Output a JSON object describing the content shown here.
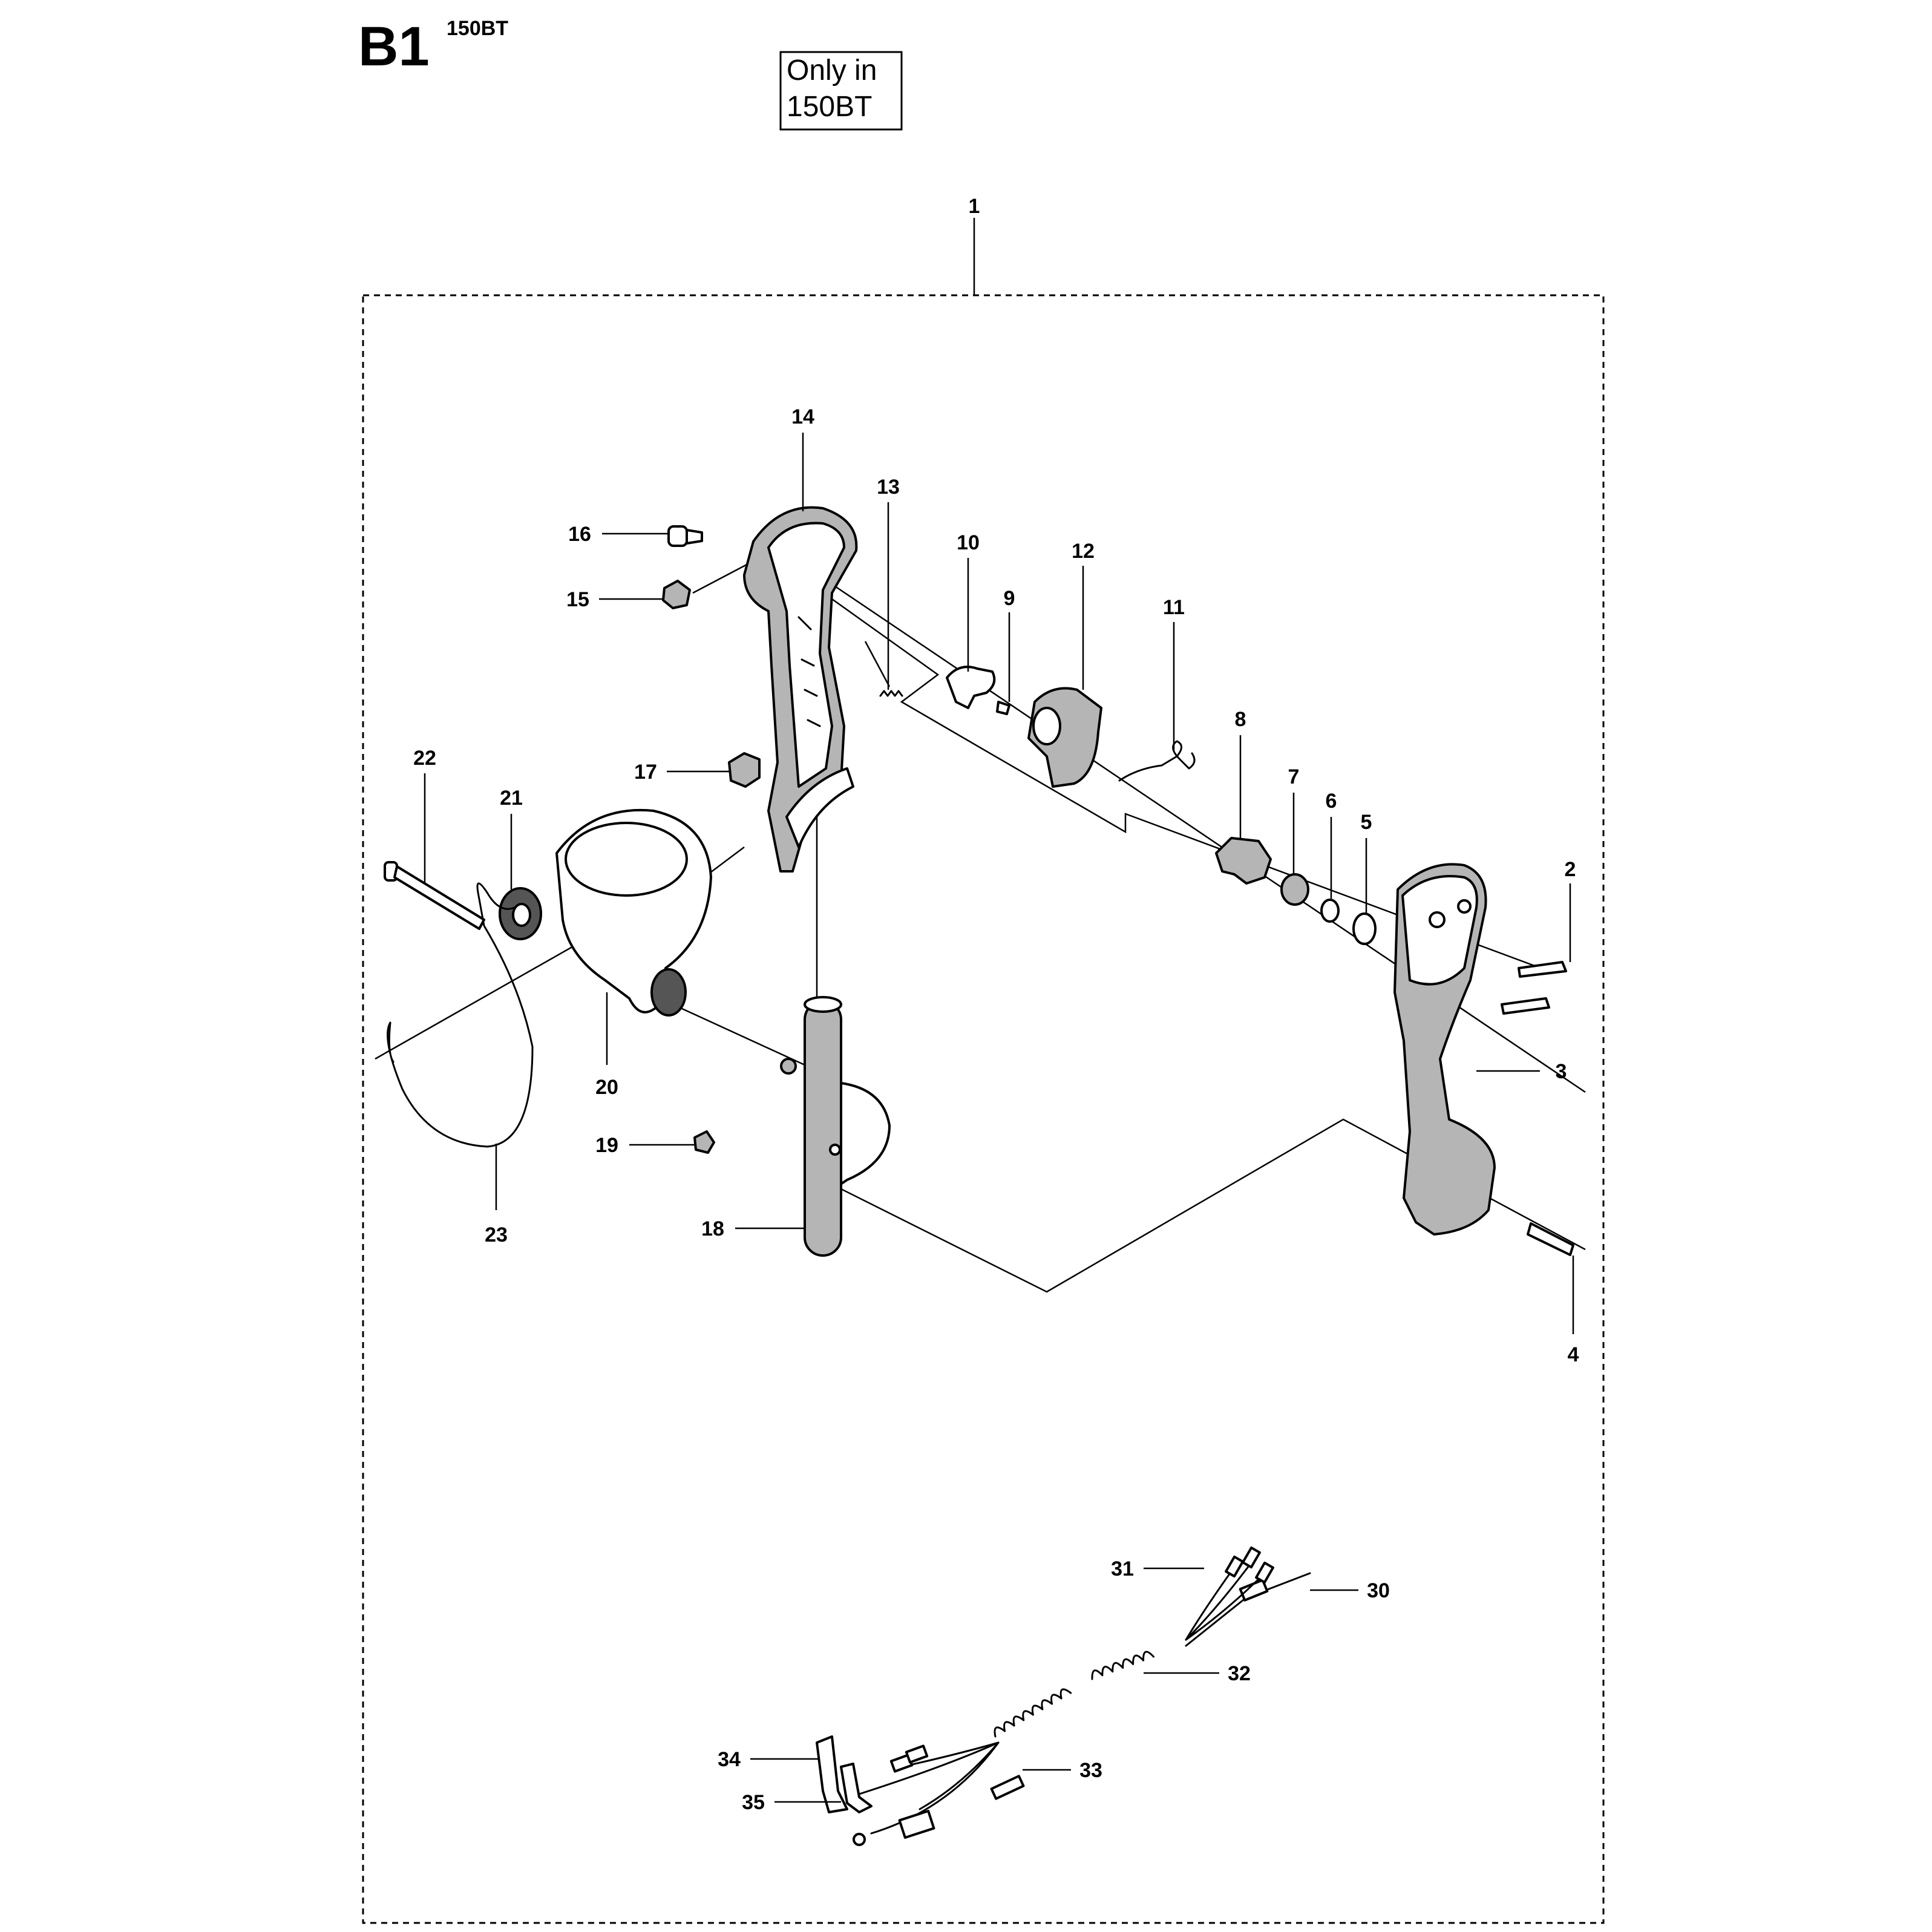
{
  "header": {
    "section_code": "B1",
    "model": "150BT"
  },
  "note": {
    "line1": "Only in",
    "line2": "150BT"
  },
  "callouts": [
    "1",
    "2",
    "3",
    "4",
    "5",
    "6",
    "7",
    "8",
    "9",
    "10",
    "11",
    "12",
    "13",
    "14",
    "15",
    "16",
    "17",
    "18",
    "19",
    "20",
    "21",
    "22",
    "23",
    "30",
    "31",
    "32",
    "33",
    "34",
    "35"
  ]
}
